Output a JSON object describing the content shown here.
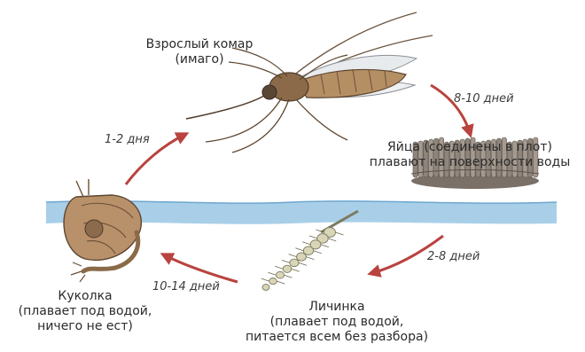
{
  "stages": {
    "adult": {
      "line1": "Взрослый комар",
      "line2": "(имаго)"
    },
    "eggs": {
      "line1": "Яйца (соединены в плот)",
      "line2": "плавают на поверхности воды"
    },
    "larva": {
      "line1": "Личинка",
      "line2": "(плавает под водой,",
      "line3": "питается всем без разбора)"
    },
    "pupa": {
      "line1": "Куколка",
      "line2": "(плавает под водой,",
      "line3": "ничего не ест)"
    }
  },
  "durations": {
    "adult_to_eggs": "8-10 дней",
    "eggs_to_larva": "2-8 дней",
    "larva_to_pupa": "10-14 дней",
    "pupa_to_adult": "1-2 дня"
  },
  "colors": {
    "water": "#a9cfe8",
    "water_edge": "#6ea6cf",
    "arrow": "#b9433f",
    "insect_body": "#8a6a48",
    "egg_raft": "#9a8f84",
    "larva_body": "#d9d6b8"
  }
}
